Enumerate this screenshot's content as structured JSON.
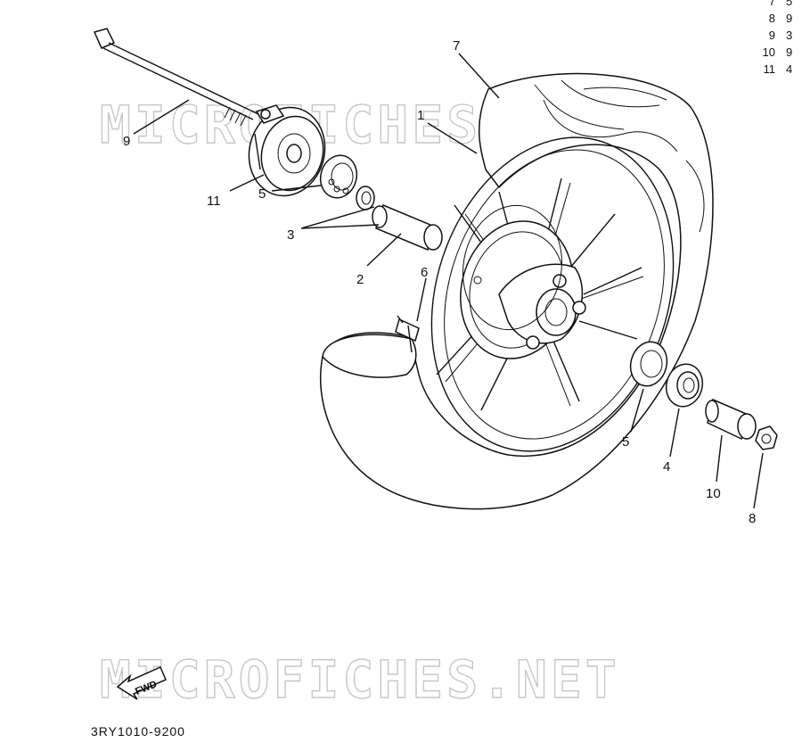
{
  "watermark": "MICROFICHES.NET",
  "fwd_label": "FWD",
  "part_number": "3RY1010-9200",
  "ref_table": [
    {
      "num": "7",
      "code": "5"
    },
    {
      "num": "8",
      "code": "9"
    },
    {
      "num": "9",
      "code": "3"
    },
    {
      "num": "10",
      "code": "9"
    },
    {
      "num": "11",
      "code": "4"
    }
  ],
  "callouts": {
    "c1": "1",
    "c2": "2",
    "c3": "3",
    "c4": "4",
    "c5a": "5",
    "c5b": "5",
    "c6": "6",
    "c7": "7",
    "c8": "8",
    "c9": "9",
    "c10": "10",
    "c11": "11"
  }
}
